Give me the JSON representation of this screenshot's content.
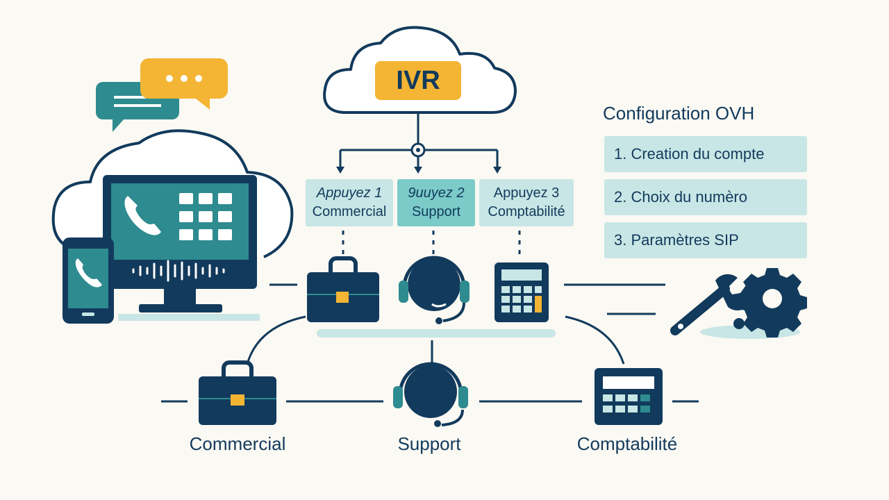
{
  "ivr": {
    "label": "IVR"
  },
  "menu_options": [
    {
      "key": "Appuyez 1",
      "department": "Commercial"
    },
    {
      "key": "9uuyez 2",
      "department": "Support"
    },
    {
      "key": "Appuyez 3",
      "department": "Comptabilité"
    }
  ],
  "configuration": {
    "title": "Configuration OVH",
    "steps": [
      "1. Creation du compte",
      "2. Choix du numèro",
      "3. Paramètres SIP"
    ]
  },
  "departments": [
    "Commercial",
    "Support",
    "Comptabilité"
  ],
  "icons": {
    "chat": "chat-bubbles-icon",
    "cloud": "cloud-icon",
    "monitor": "monitor-phone-icon",
    "smartphone": "smartphone-icon",
    "briefcase": "briefcase-icon",
    "headset": "headset-icon",
    "calculator": "calculator-icon",
    "tools": "wrench-gear-icon"
  },
  "colors": {
    "navy": "#123a5c",
    "teal": "#2e8b8f",
    "light_teal": "#c8e6e5",
    "mid_teal": "#7ccbc9",
    "amber": "#f4b434",
    "background": "#fbf9f3"
  }
}
